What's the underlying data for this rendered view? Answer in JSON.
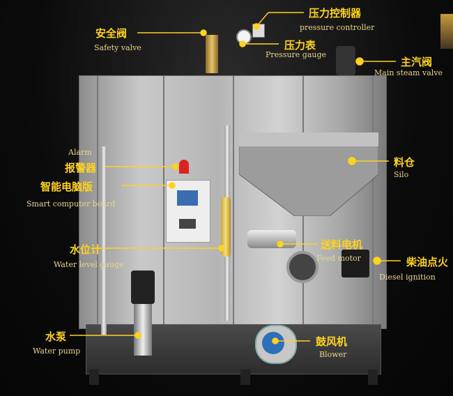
{
  "colors": {
    "label": "#ffd21f",
    "label_en": "#e8d48a",
    "background": "#0a0a0a",
    "dot": "#ffd21f"
  },
  "labels": {
    "pressure_controller": {
      "zh": "压力控制器",
      "en": "pressure controller"
    },
    "safety_valve": {
      "zh": "安全阀",
      "en": "Safety valve"
    },
    "pressure_gauge": {
      "zh": "压力表",
      "en": "Pressure gauge"
    },
    "main_steam_valve": {
      "zh": "主汽阀",
      "en": "Main steam valve"
    },
    "alarm": {
      "zh": "报警器",
      "en": "Alarm"
    },
    "smart_board": {
      "zh": "智能电脑版",
      "en": "Smart computer board"
    },
    "silo": {
      "zh": "料仓",
      "en": "Silo"
    },
    "water_level": {
      "zh": "水位计",
      "en": "Water level gauge"
    },
    "feed_motor": {
      "zh": "送料电机",
      "en": "Feed motor"
    },
    "diesel_ignition": {
      "zh": "柴油点火",
      "en": "Diesel ignition"
    },
    "water_pump": {
      "zh": "水泵",
      "en": "Water pump"
    },
    "blower": {
      "zh": "鼓风机",
      "en": "Blower"
    }
  }
}
